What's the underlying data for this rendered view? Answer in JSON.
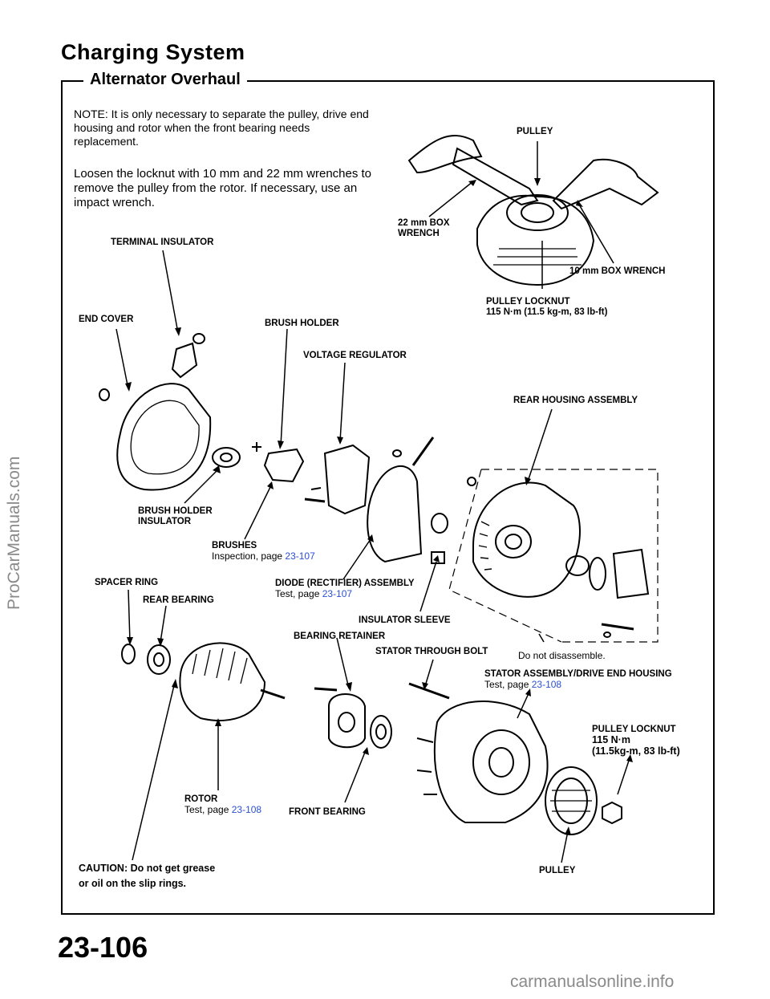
{
  "header": {
    "title": "Charging System",
    "subtitle": "Alternator Overhaul"
  },
  "text": {
    "note": "NOTE:  It is only necessary to separate the pulley, drive end housing and rotor when the front bearing needs replacement.",
    "loosen": "Loosen the locknut with 10 mm and 22 mm wrenches to remove the pulley from the rotor. If necessary, use an impact wrench."
  },
  "labels": {
    "pulley_top": "PULLEY",
    "box_22": "22 mm BOX",
    "box_22_b": "WRENCH",
    "box_10": "10 mm BOX WRENCH",
    "locknut_top": "PULLEY LOCKNUT",
    "locknut_top_torque": "115 N·m (11.5 kg-m, 83 lb-ft)",
    "terminal_insulator": "TERMINAL INSULATOR",
    "end_cover": "END COVER",
    "brush_holder": "BRUSH HOLDER",
    "voltage_regulator": "VOLTAGE REGULATOR",
    "rear_housing": "REAR HOUSING ASSEMBLY",
    "brush_holder_insulator": "BRUSH HOLDER",
    "brush_holder_insulator_b": "INSULATOR",
    "brushes": "BRUSHES",
    "brushes_ref_text": "Inspection, page ",
    "brushes_ref_page": "23-107",
    "spacer_ring": "SPACER RING",
    "rear_bearing": "REAR BEARING",
    "diode": "DIODE (RECTIFIER) ASSEMBLY",
    "diode_ref_text": "Test, page ",
    "diode_ref_page": "23-107",
    "insulator_sleeve": "INSULATOR SLEEVE",
    "bearing_retainer": "BEARING RETAINER",
    "stator_bolt": "STATOR THROUGH BOLT",
    "do_not_disassemble": "Do not disassemble.",
    "stator_assembly": "STATOR ASSEMBLY/DRIVE END HOUSING",
    "stator_ref_text": "Test, page ",
    "stator_ref_page": "23-108",
    "locknut_bottom": "PULLEY LOCKNUT",
    "locknut_bottom_torque": "115 N·m",
    "locknut_bottom_torque_b": "(11.5kg-m, 83 lb-ft)",
    "rotor": "ROTOR",
    "rotor_ref_text": "Test, page ",
    "rotor_ref_page": "23-108",
    "front_bearing": "FRONT BEARING",
    "caution": "CAUTION:  Do not get grease",
    "caution_b": "or oil on the slip rings.",
    "pulley_bottom": "PULLEY"
  },
  "footer": {
    "page_number": "23-106"
  },
  "watermarks": {
    "side": "ProCarManuals.com",
    "bottom": "carmanualsonline.info"
  }
}
